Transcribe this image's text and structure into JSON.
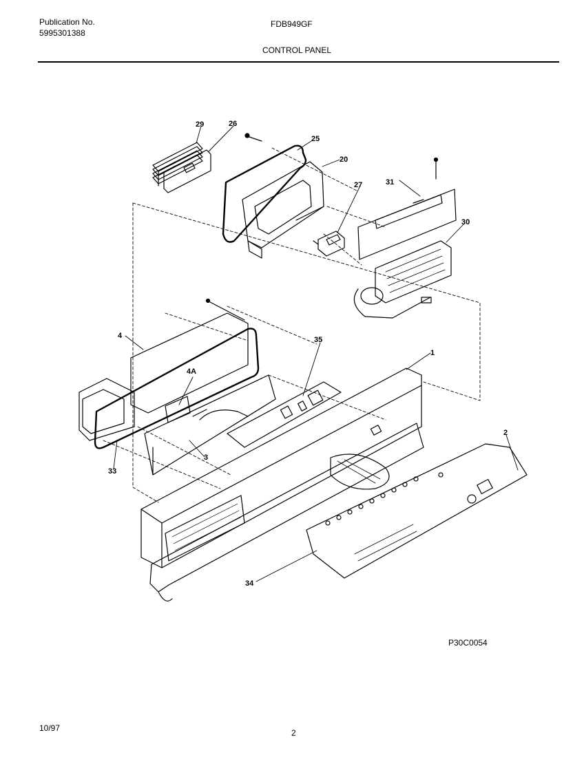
{
  "header": {
    "publication_label": "Publication No.",
    "publication_number": "5995301388",
    "model": "FDB949GF",
    "section_title": "CONTROL PANEL"
  },
  "callouts": {
    "c29": "29",
    "c26": "26",
    "c25": "25",
    "c20": "20",
    "c27": "27",
    "c31": "31",
    "c30": "30",
    "c4": "4",
    "c4a": "4A",
    "c35": "35",
    "c1": "1",
    "c3": "3",
    "c33": "33",
    "c2": "2",
    "c34": "34"
  },
  "diagram_code": "P30C0054",
  "footer": {
    "date": "10/97",
    "page_number": "2"
  }
}
